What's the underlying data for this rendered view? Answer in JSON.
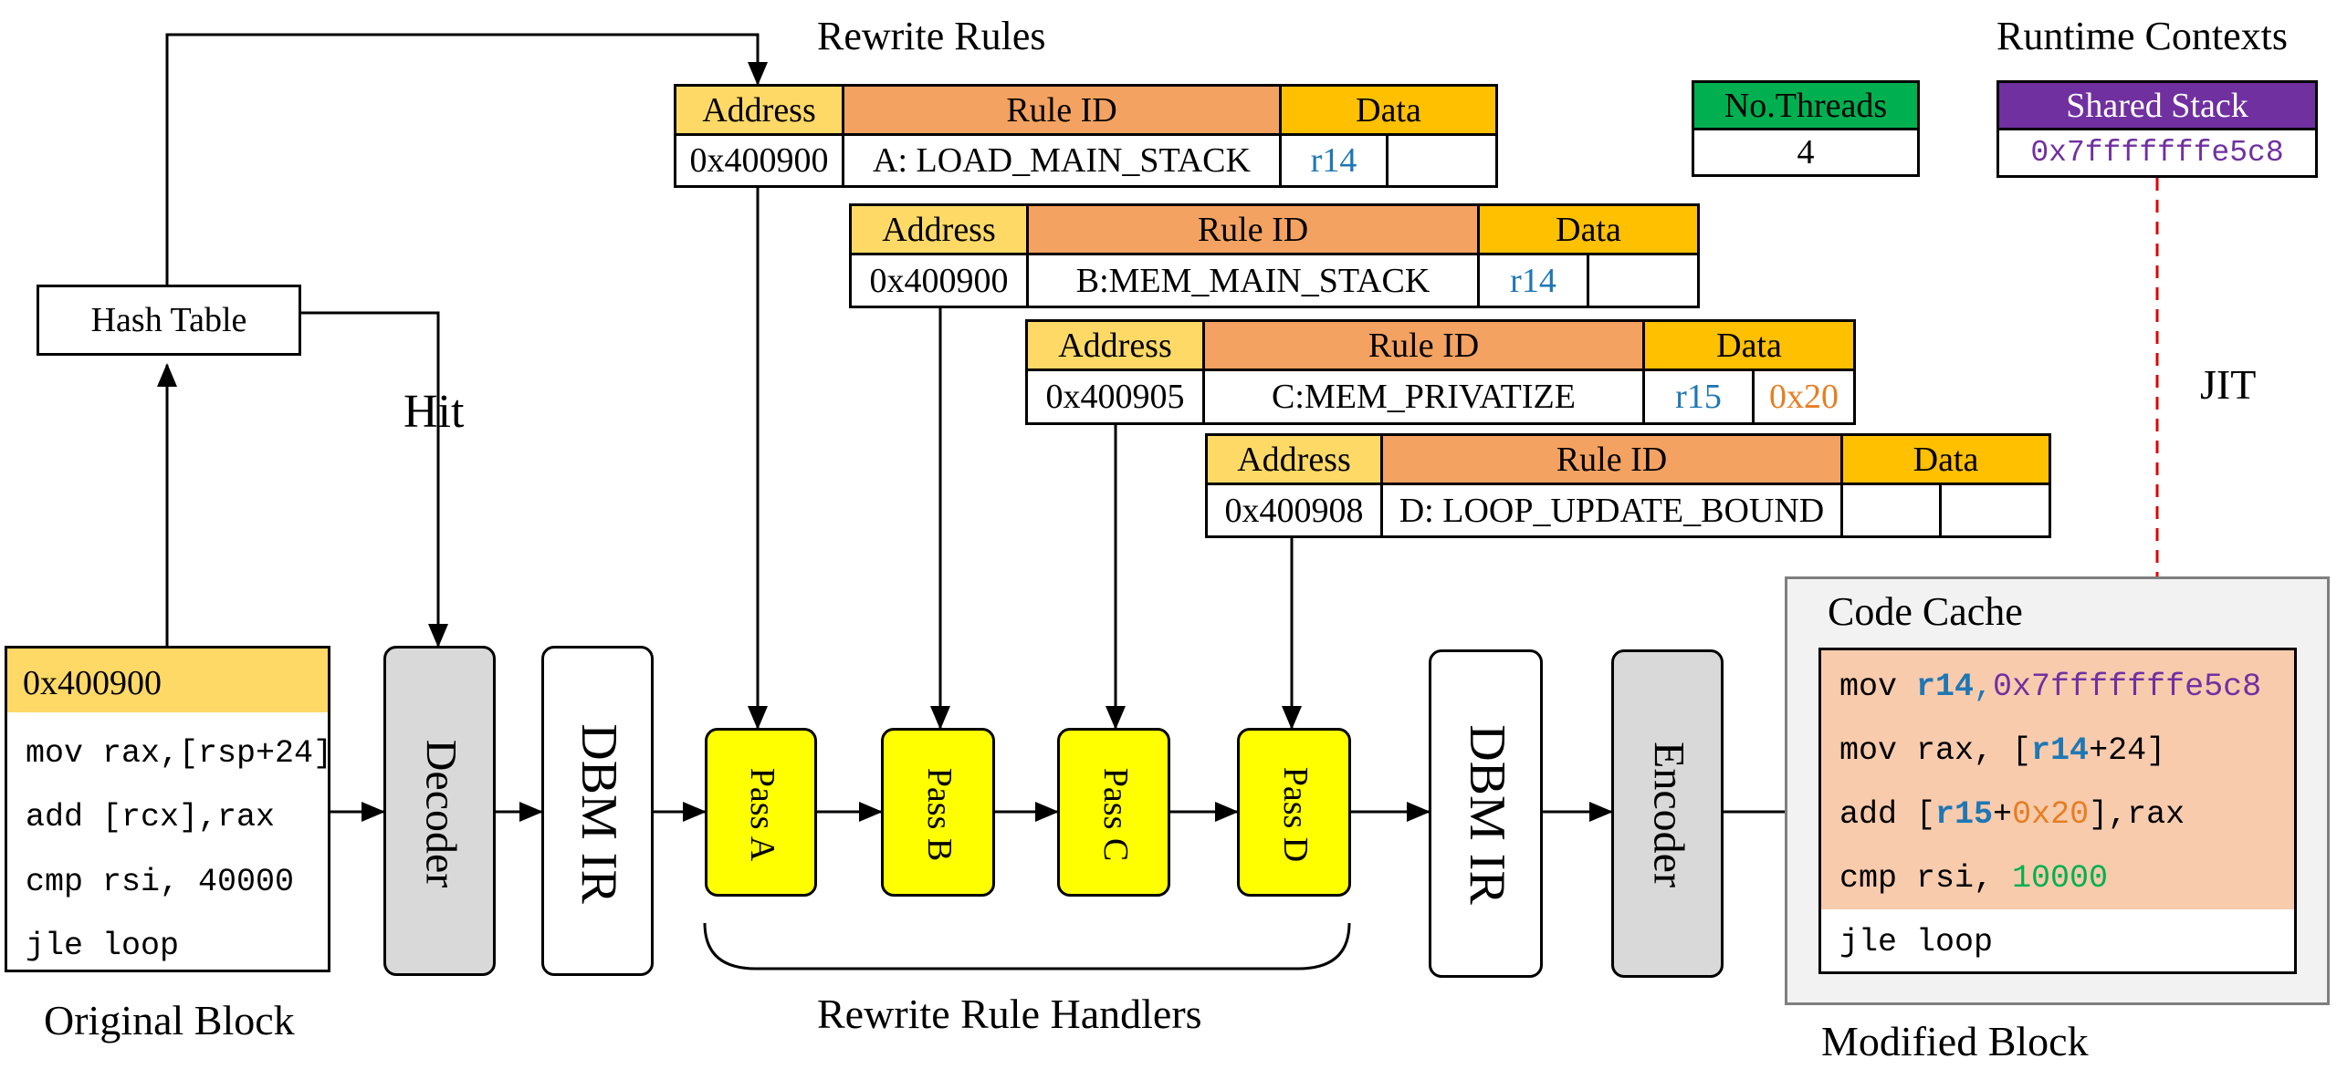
{
  "colors": {
    "address_header": "#FFD966",
    "ruleid_header": "#F4A261",
    "data_header": "#FFC000",
    "threads_header": "#00B050",
    "shared_stack_header": "#7030A0",
    "register_blue": "#1F77B4",
    "offset_orange": "#E67E22",
    "stack_purple": "#7030A0",
    "value_green": "#00B050",
    "pass_yellow": "#FFFF00",
    "stage_gray": "#D9D9D9",
    "modified_code_bg": "#F8CBAD",
    "code_cache_bg": "#F2F2F2",
    "jit_arrow_red": "#E00000"
  },
  "titles": {
    "rewrite_rules": "Rewrite Rules",
    "runtime_contexts": "Runtime Contexts",
    "hash_table": "Hash Table",
    "hit": "Hit",
    "jit": "JIT",
    "code_cache": "Code Cache",
    "original_block": "Original Block",
    "rewrite_rule_handlers": "Rewrite Rule Handlers",
    "modified_block": "Modified Block"
  },
  "rules": [
    {
      "header": {
        "address": "Address",
        "rule_id": "Rule ID",
        "data": "Data"
      },
      "address": "0x400900",
      "rule_id": "A: LOAD_MAIN_STACK",
      "data": [
        "r14",
        ""
      ]
    },
    {
      "header": {
        "address": "Address",
        "rule_id": "Rule ID",
        "data": "Data"
      },
      "address": "0x400900",
      "rule_id": "B:MEM_MAIN_STACK",
      "data": [
        "r14",
        ""
      ]
    },
    {
      "header": {
        "address": "Address",
        "rule_id": "Rule ID",
        "data": "Data"
      },
      "address": "0x400905",
      "rule_id": "C:MEM_PRIVATIZE",
      "data": [
        "r15",
        "0x20"
      ]
    },
    {
      "header": {
        "address": "Address",
        "rule_id": "Rule ID",
        "data": "Data"
      },
      "address": "0x400908",
      "rule_id": "D: LOOP_UPDATE_BOUND",
      "data": [
        "",
        ""
      ]
    }
  ],
  "threads": {
    "header": "No.Threads",
    "value": "4"
  },
  "shared_stack": {
    "header": "Shared Stack",
    "value": "0x7fffffffe5c8"
  },
  "original_block": {
    "address": "0x400900",
    "lines": [
      "mov rax,[rsp+24]",
      "add [rcx],rax",
      "cmp rsi, 40000",
      "jle loop"
    ]
  },
  "pipeline": {
    "decoder": "Decoder",
    "dbm_ir_in": "DBM IR",
    "passes": [
      "Pass A",
      "Pass B",
      "Pass C",
      "Pass D"
    ],
    "dbm_ir_out": "DBM IR",
    "encoder": "Encoder"
  },
  "modified_block": {
    "line1": {
      "op": "mov ",
      "reg": "r14",
      "comma": ",",
      "imm": "0x7fffffffe5c8"
    },
    "line2": {
      "pre": "mov rax, [",
      "reg": "r14",
      "post": "+24]"
    },
    "line3": {
      "pre": "add [",
      "reg": "r15",
      "plus": "+",
      "off": "0x20",
      "post": "],rax"
    },
    "line4": {
      "pre": "cmp rsi, ",
      "val": "10000"
    },
    "line5": {
      "text": "jle loop"
    }
  }
}
